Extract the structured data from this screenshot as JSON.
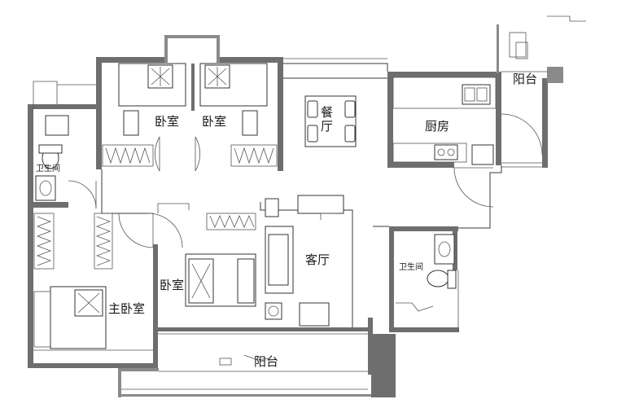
{
  "rooms": {
    "balcony_top": "阳台",
    "dining": "餐厅",
    "kitchen": "厨房",
    "bedroom_a": "卧室",
    "bedroom_b": "卧室",
    "bathroom_left": "卫生间",
    "living": "客厅",
    "bathroom_right": "卫生间",
    "bedroom_c": "卧室",
    "master_bedroom": "主卧室",
    "balcony_bottom": "阳台"
  }
}
